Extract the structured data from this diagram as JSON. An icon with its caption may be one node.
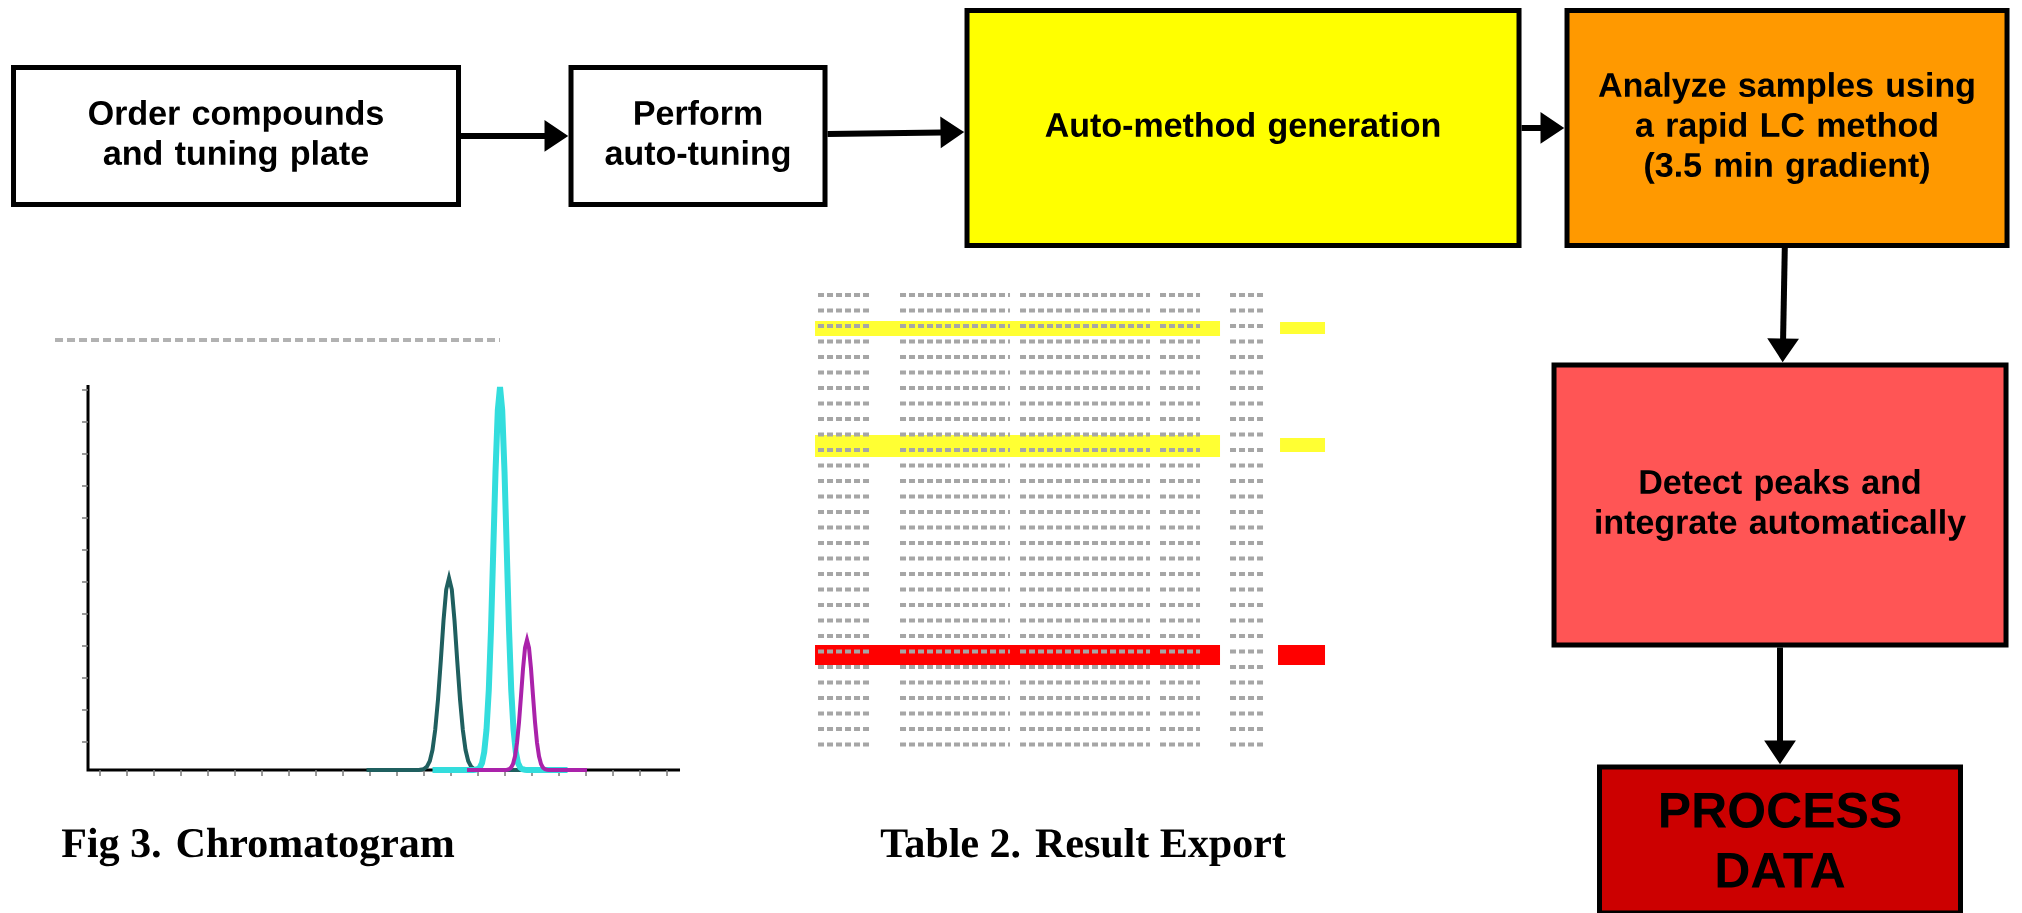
{
  "diagram": {
    "nodes": [
      {
        "text": [
          "Order compounds and tuning plate"
        ]
      },
      {
        "text": [
          "Perform auto-tuning"
        ]
      },
      {
        "text": [
          "Auto-method generation"
        ]
      },
      {
        "text": [
          "Analyze samples using a rapid LC method (3.5 min gradient)"
        ]
      },
      {
        "text": [
          "Detect peaks and integrate automatically"
        ]
      },
      {
        "text": [
          "PROCESS DATA"
        ]
      }
    ],
    "edges": [
      {
        "from": 0,
        "to": 1,
        "arrow": "to"
      },
      {
        "from": 1,
        "to": 2,
        "arrow": "to"
      },
      {
        "from": 2,
        "to": 3,
        "arrow": "to"
      },
      {
        "from": 3,
        "to": 4,
        "arrow": "to"
      },
      {
        "from": 4,
        "to": 5,
        "arrow": "to"
      }
    ],
    "labels": [
      "Fig 3. Chromatogram",
      "Table 2. Result Export"
    ]
  }
}
